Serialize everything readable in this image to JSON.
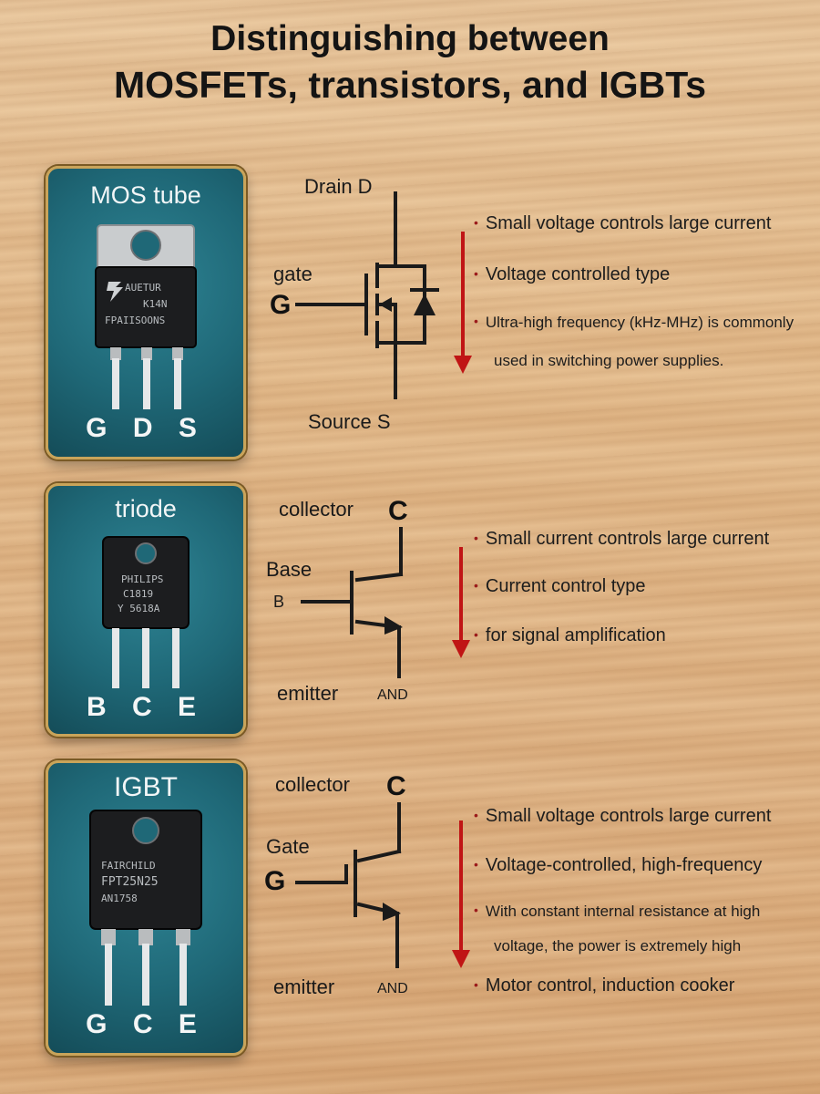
{
  "title_line1": "Distinguishing between",
  "title_line2": "MOSFETs, transistors, and IGBTs",
  "accent_colors": {
    "card": "#1f6877",
    "arrow": "#c01515",
    "frame": "#c9a45a"
  },
  "mos": {
    "card_title": "MOS tube",
    "chip_lines": [
      "AUETUR",
      "K14N",
      "FPAIISOONS"
    ],
    "pins": "G D S",
    "drain_label": "Drain D",
    "gate_label": "gate",
    "gate_letter": "G",
    "source_label": "Source S",
    "bullets": [
      "Small voltage controls large current",
      "Voltage controlled type",
      "Ultra-high frequency (kHz-MHz) is commonly",
      "used in switching power supplies."
    ]
  },
  "bjt": {
    "card_title": "triode",
    "chip_lines": [
      "PHILIPS",
      "C1819",
      "Y 5618A"
    ],
    "pins": "B C E",
    "collector_label": "collector",
    "collector_letter": "C",
    "base_label": "Base",
    "base_letter": "B",
    "emitter_label": "emitter",
    "emitter_letter": "AND",
    "bullets": [
      "Small current controls large current",
      "Current control type",
      "for signal amplification"
    ]
  },
  "igbt": {
    "card_title": "IGBT",
    "chip_lines": [
      "FAIRCHILD",
      "FPT25N25",
      "AN1758"
    ],
    "pins": "G C E",
    "collector_label": "collector",
    "collector_letter": "C",
    "gate_label": "Gate",
    "gate_letter": "G",
    "emitter_label": "emitter",
    "emitter_letter": "AND",
    "bullets": [
      "Small voltage controls large current",
      "Voltage-controlled, high-frequency",
      "With constant internal resistance at high",
      "voltage, the power is extremely high",
      "Motor control, induction cooker"
    ]
  }
}
